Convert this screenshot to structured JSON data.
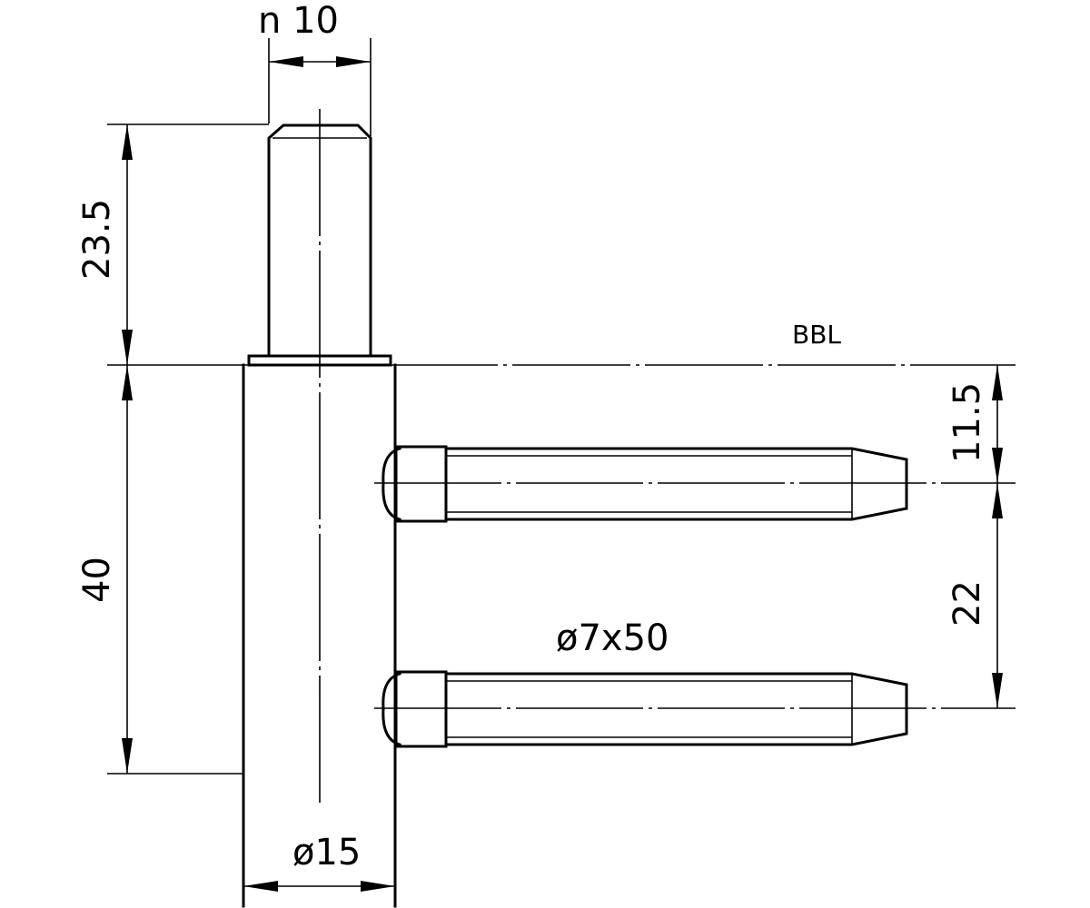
{
  "labels": {
    "pin_diameter": "n 10",
    "pin_height": "23.5",
    "reference": "BBL",
    "top_offset": "11.5",
    "spacing": "22",
    "body_height": "40",
    "bolt_spec": "ø7x50",
    "body_diameter": "ø15"
  }
}
